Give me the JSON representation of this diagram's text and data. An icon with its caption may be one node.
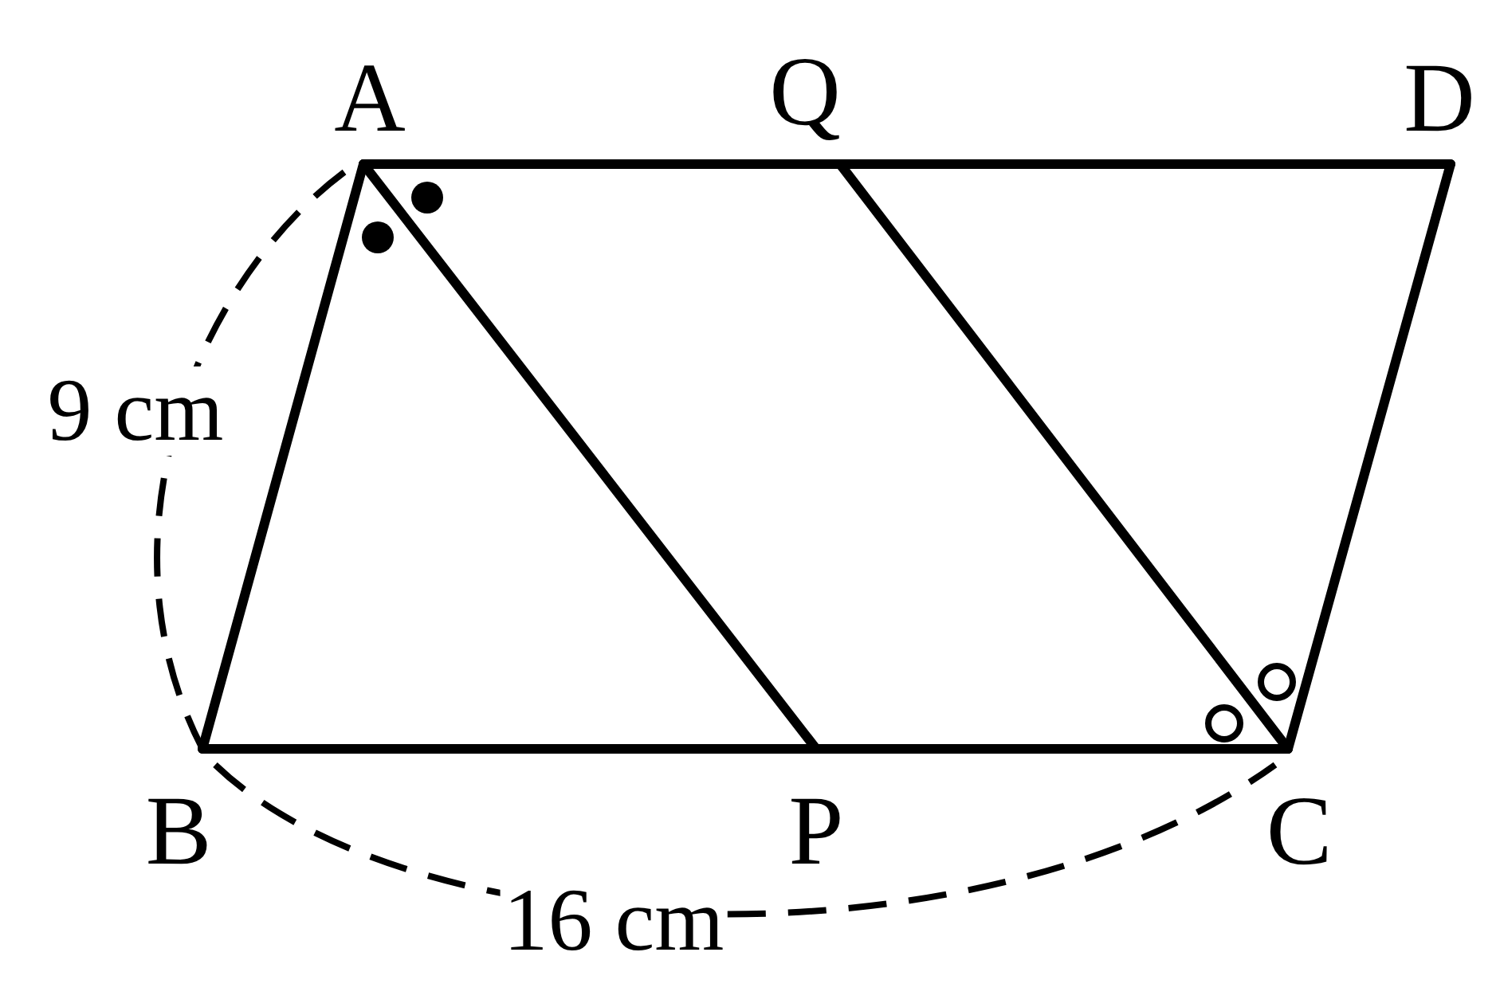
{
  "diagram": {
    "labels": [
      "A",
      "Q",
      "D",
      "9 cm",
      "B",
      "P",
      "C",
      "16 cm"
    ]
  }
}
